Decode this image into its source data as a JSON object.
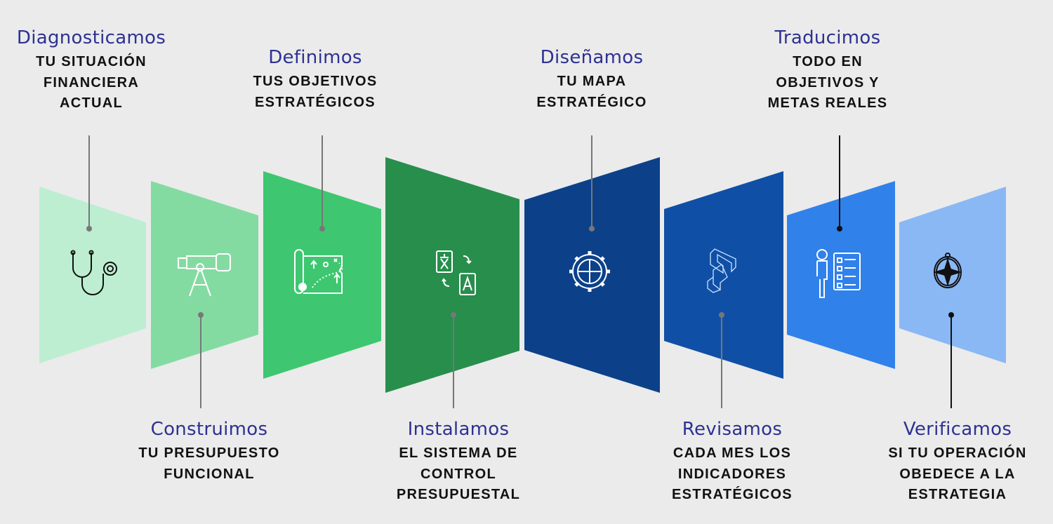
{
  "colors": {
    "background": "#ebebeb",
    "title": "#2e3192",
    "panels": [
      "#bdeed1",
      "#84dba2",
      "#3ec770",
      "#278e4c",
      "#0c418a",
      "#0f50a6",
      "#3181ea",
      "#8ab8f4"
    ]
  },
  "steps": [
    {
      "title": "Diagnosticamos",
      "subtitle": "TU SITUACIÓN\nFINANCIERA\nACTUAL",
      "icon": "stethoscope-icon"
    },
    {
      "title": "Construimos",
      "subtitle": "TU PRESUPUESTO\nFUNCIONAL",
      "icon": "telescope-icon"
    },
    {
      "title": "Definimos",
      "subtitle": "TUS OBJETIVOS\nESTRATÉGICOS",
      "icon": "treasure-map-icon"
    },
    {
      "title": "Instalamos",
      "subtitle": "EL SISTEMA DE\nCONTROL\nPRESUPUESTAL",
      "icon": "translate-icon"
    },
    {
      "title": "Diseñamos",
      "subtitle": "TU MAPA\nESTRATÉGICO",
      "icon": "gear-icon"
    },
    {
      "title": "Revisamos",
      "subtitle": "CADA MES LOS\nINDICADORES\nESTRATÉGICOS",
      "icon": "3d-block-icon"
    },
    {
      "title": "Traducimos",
      "subtitle": "TODO EN\nOBJETIVOS Y\nMETAS REALES",
      "icon": "checklist-person-icon"
    },
    {
      "title": "Verificamos",
      "subtitle": "SI TU OPERACIÓN\nOBEDECE A LA\nESTRATEGIA",
      "icon": "compass-icon"
    }
  ]
}
